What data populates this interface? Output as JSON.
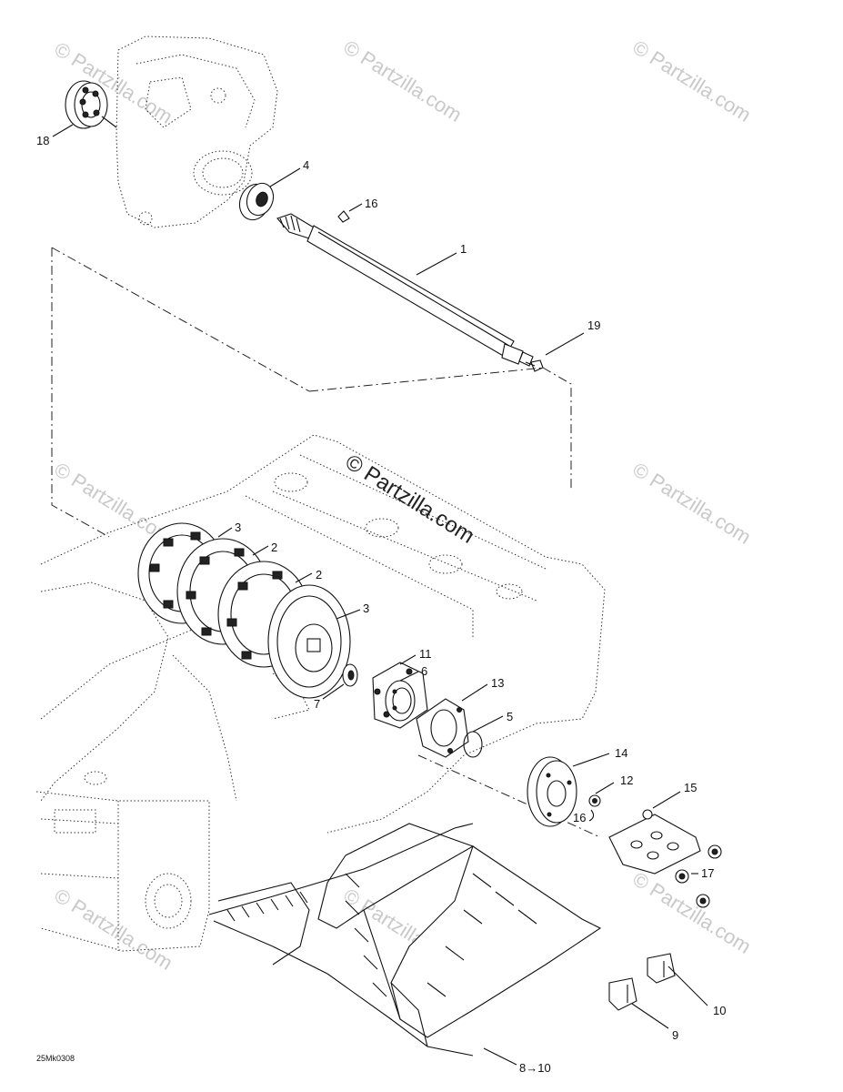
{
  "watermark": {
    "main": "© Partzilla.com",
    "faint": "© Partzilla.com"
  },
  "diagram_code": "25Mk0308",
  "callouts": [
    {
      "id": "c1",
      "label": "1"
    },
    {
      "id": "c2a",
      "label": "2"
    },
    {
      "id": "c2b",
      "label": "2"
    },
    {
      "id": "c3a",
      "label": "3"
    },
    {
      "id": "c3b",
      "label": "3"
    },
    {
      "id": "c4",
      "label": "4"
    },
    {
      "id": "c5",
      "label": "5"
    },
    {
      "id": "c6",
      "label": "6"
    },
    {
      "id": "c7",
      "label": "7"
    },
    {
      "id": "c8",
      "label": "8→10"
    },
    {
      "id": "c9",
      "label": "9"
    },
    {
      "id": "c10",
      "label": "10"
    },
    {
      "id": "c11",
      "label": "11"
    },
    {
      "id": "c12",
      "label": "12"
    },
    {
      "id": "c13",
      "label": "13"
    },
    {
      "id": "c14",
      "label": "14"
    },
    {
      "id": "c15",
      "label": "15"
    },
    {
      "id": "c16a",
      "label": "16"
    },
    {
      "id": "c16b",
      "label": "16"
    },
    {
      "id": "c17",
      "label": "17"
    },
    {
      "id": "c18",
      "label": "18"
    },
    {
      "id": "c19",
      "label": "19"
    }
  ]
}
